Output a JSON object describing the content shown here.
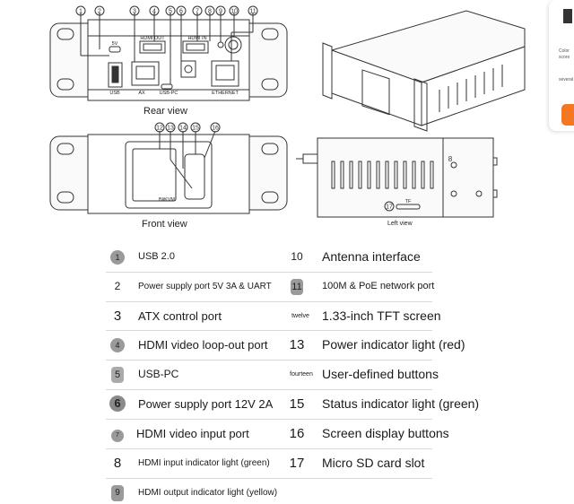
{
  "callouts": [
    "1",
    "2",
    "3",
    "4",
    "5",
    "6",
    "7",
    "8",
    "9",
    "10",
    "11"
  ],
  "front_callouts": [
    "12",
    "13",
    "14",
    "15",
    "16"
  ],
  "rear": {
    "label_5v": "5V",
    "label_hdmi_out": "HDMI OUT",
    "label_hdmi_in": "HDMI   IN",
    "label_usb": "USB",
    "label_atx": "AX",
    "label_usbpc": "USB-PC",
    "label_ethernet": "ETHERNET",
    "caption": "Rear view"
  },
  "front": {
    "screen_text": "BliKVM",
    "caption": "Front view"
  },
  "left": {
    "label_tf": "TF",
    "callout_17": "17",
    "callout_8": "8",
    "caption": "Left view"
  },
  "side_card": {
    "text1": "Color",
    "text2": "score",
    "text3": "several"
  },
  "legend_left": [
    {
      "num": "1",
      "label": "USB 2.0"
    },
    {
      "num": "2",
      "label": "Power supply port 5V 3A & UART"
    },
    {
      "num": "3",
      "label": "ATX control port"
    },
    {
      "num": "4",
      "label": "HDMI video loop-out port"
    },
    {
      "num": "5",
      "label": "USB-PC"
    },
    {
      "num": "6",
      "label": "Power supply port 12V 2A"
    },
    {
      "num": "7",
      "label": "HDMI video input port"
    },
    {
      "num": "8",
      "label": "HDMI input indicator light (green)"
    },
    {
      "num": "9",
      "label": "HDMI output indicator light (yellow)"
    }
  ],
  "legend_right": [
    {
      "num": "10",
      "label": "Antenna interface"
    },
    {
      "num": "11",
      "label": "100M & PoE network port"
    },
    {
      "num": "twelve",
      "label": "1.33-inch TFT screen"
    },
    {
      "num": "13",
      "label": "Power indicator light (red)"
    },
    {
      "num": "fourteen",
      "label": "User-defined buttons"
    },
    {
      "num": "15",
      "label": "Status indicator light (green)"
    },
    {
      "num": "16",
      "label": "Screen display buttons"
    },
    {
      "num": "17",
      "label": "Micro SD card slot"
    }
  ]
}
